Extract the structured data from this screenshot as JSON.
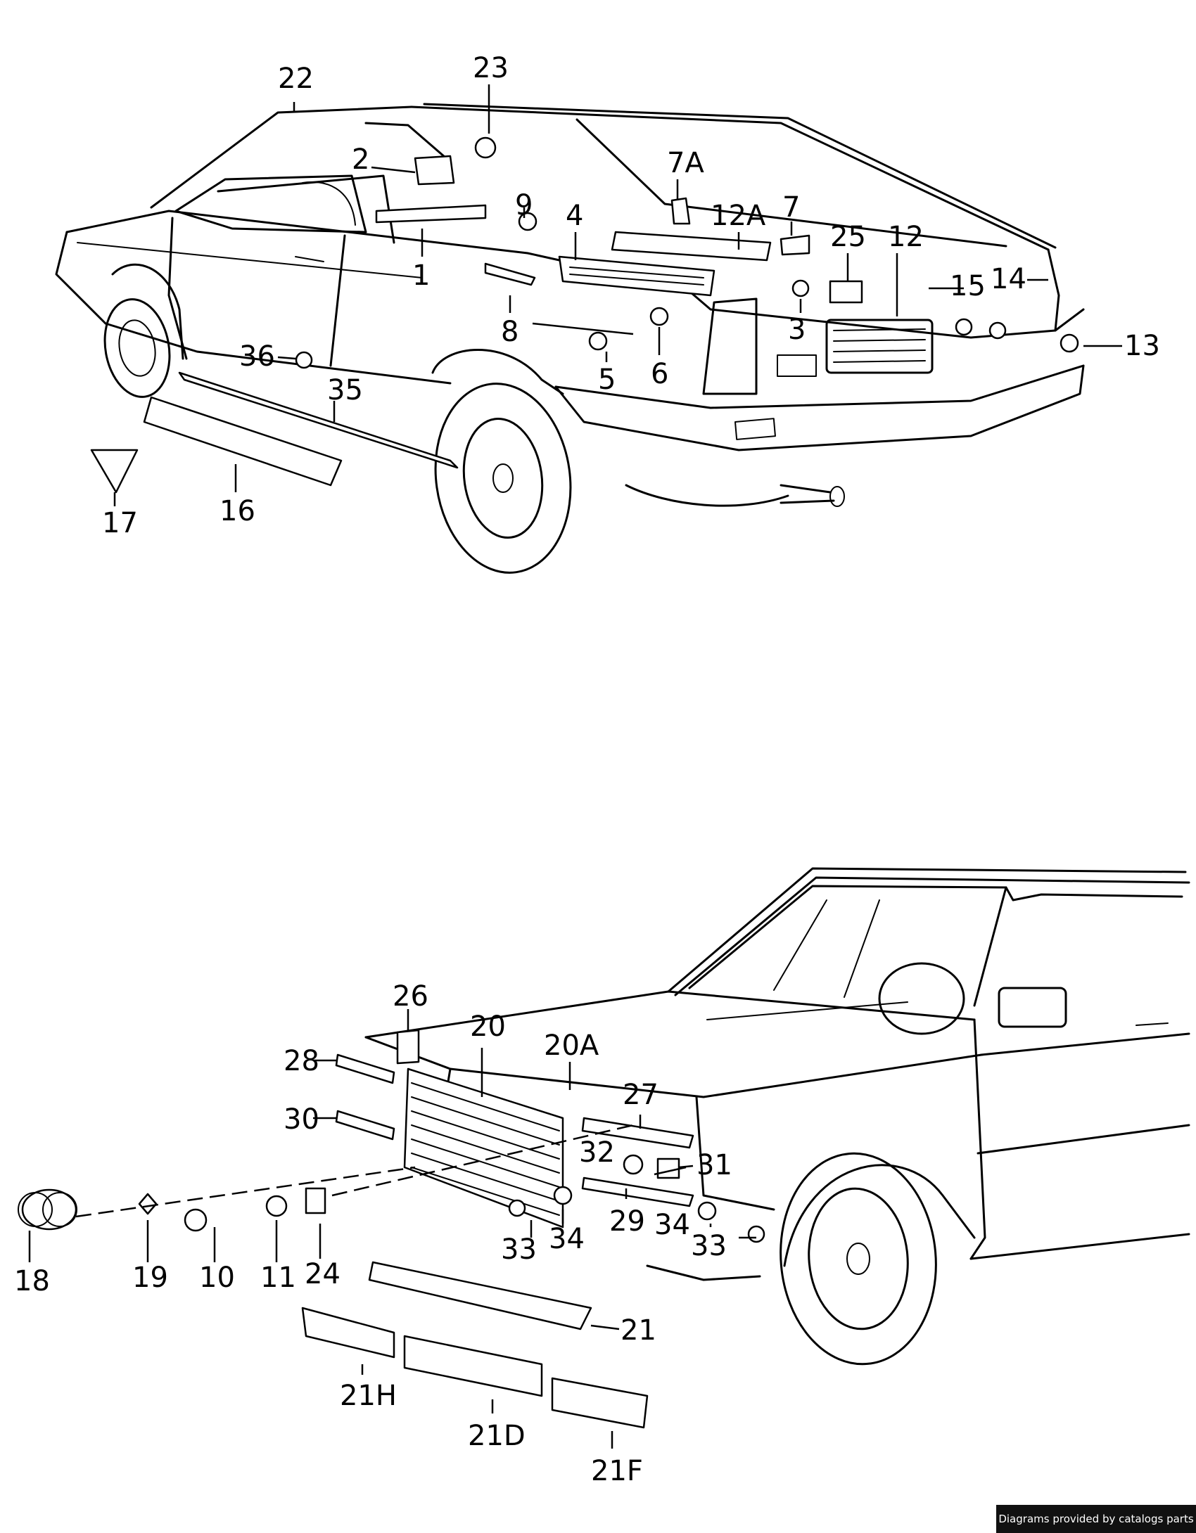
{
  "callouts_upper": {
    "p1": "1",
    "p2": "2",
    "p3": "3",
    "p4": "4",
    "p5": "5",
    "p6": "6",
    "p7": "7",
    "p7a": "7A",
    "p8": "8",
    "p9": "9",
    "p12": "12",
    "p12a": "12A",
    "p13": "13",
    "p14": "14",
    "p15": "15",
    "p16": "16",
    "p17": "17",
    "p22": "22",
    "p23": "23",
    "p25": "25",
    "p35": "35",
    "p36": "36"
  },
  "callouts_lower": {
    "p10": "10",
    "p11": "11",
    "p18": "18",
    "p19": "19",
    "p20": "20",
    "p20a": "20A",
    "p21": "21",
    "p21d": "21D",
    "p21f": "21F",
    "p21h": "21H",
    "p24": "24",
    "p26": "26",
    "p27": "27",
    "p28": "28",
    "p29": "29",
    "p30": "30",
    "p31": "31",
    "p32": "32",
    "p33a": "33",
    "p33b": "33",
    "p34a": "34",
    "p34b": "34"
  },
  "footer": {
    "credit": "Diagrams provided by catalogs parts"
  }
}
